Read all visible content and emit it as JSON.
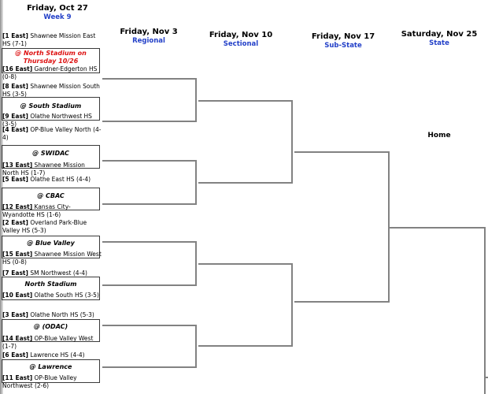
{
  "columns": [
    {
      "date": "Friday, Oct 27",
      "label": "Week 9"
    },
    {
      "date": "Friday, Nov 3",
      "label": "Regional"
    },
    {
      "date": "Friday, Nov 10",
      "label": "Sectional"
    },
    {
      "date": "Friday, Nov 17",
      "label": "Sub-State"
    },
    {
      "date": "Saturday, Nov 25",
      "label": "State"
    }
  ],
  "home_label": "Home",
  "round1_games": [
    {
      "venue": "@ North Stadium on Thursday 10/26",
      "top": {
        "seed": "[1 East]",
        "name": "Shawnee Mission East HS (7-1)"
      },
      "bottom": {
        "seed": "[16 East]",
        "name": "Gardner-Edgerton HS (0-8)"
      }
    },
    {
      "venue": "@ South Stadium",
      "top": {
        "seed": "[8 East]",
        "name": "Shawnee Mission South HS (3-5)"
      },
      "bottom": {
        "seed": "[9 East]",
        "name": "Olathe Northwest HS (3-5)"
      }
    },
    {
      "venue": "@ SWIDAC",
      "top": {
        "seed": "[4 East]",
        "name": "OP-Blue Valley North (4-4)"
      },
      "bottom": {
        "seed": "[13 East]",
        "name": "Shawnee Mission North HS (1-7)"
      }
    },
    {
      "venue": "@ CBAC",
      "top": {
        "seed": "[5 East]",
        "name": "Olathe East HS (4-4)"
      },
      "bottom": {
        "seed": "[12 East]",
        "name": "Kansas City-Wyandotte HS (1-6)"
      }
    },
    {
      "venue": "@ Blue Valley",
      "top": {
        "seed": "[2 East]",
        "name": "Overland Park-Blue Valley HS (5-3)"
      },
      "bottom": {
        "seed": "[15 East]",
        "name": "Shawnee Mission West HS (0-8)"
      }
    },
    {
      "venue": "North Stadium",
      "top": {
        "seed": "[7 East]",
        "name": "SM Northwest (4-4)"
      },
      "bottom": {
        "seed": "[10 East]",
        "name": "Olathe South HS (3-5)"
      }
    },
    {
      "venue": "@ (ODAC)",
      "top": {
        "seed": "[3 East]",
        "name": "Olathe North HS (5-3)"
      },
      "bottom": {
        "seed": "[14 East]",
        "name": "OP-Blue Valley West (1-7)"
      }
    },
    {
      "venue": "@ Lawrence",
      "top": {
        "seed": "[6 East]",
        "name": "Lawrence HS (4-4)"
      },
      "bottom": {
        "seed": "[11 East]",
        "name": "OP-Blue Valley Northwest (2-6)"
      }
    }
  ],
  "colors": {
    "header_blue": "#2340c8",
    "venue_alert_red": "#dd1111",
    "bracket_line_gray": "#828282"
  }
}
